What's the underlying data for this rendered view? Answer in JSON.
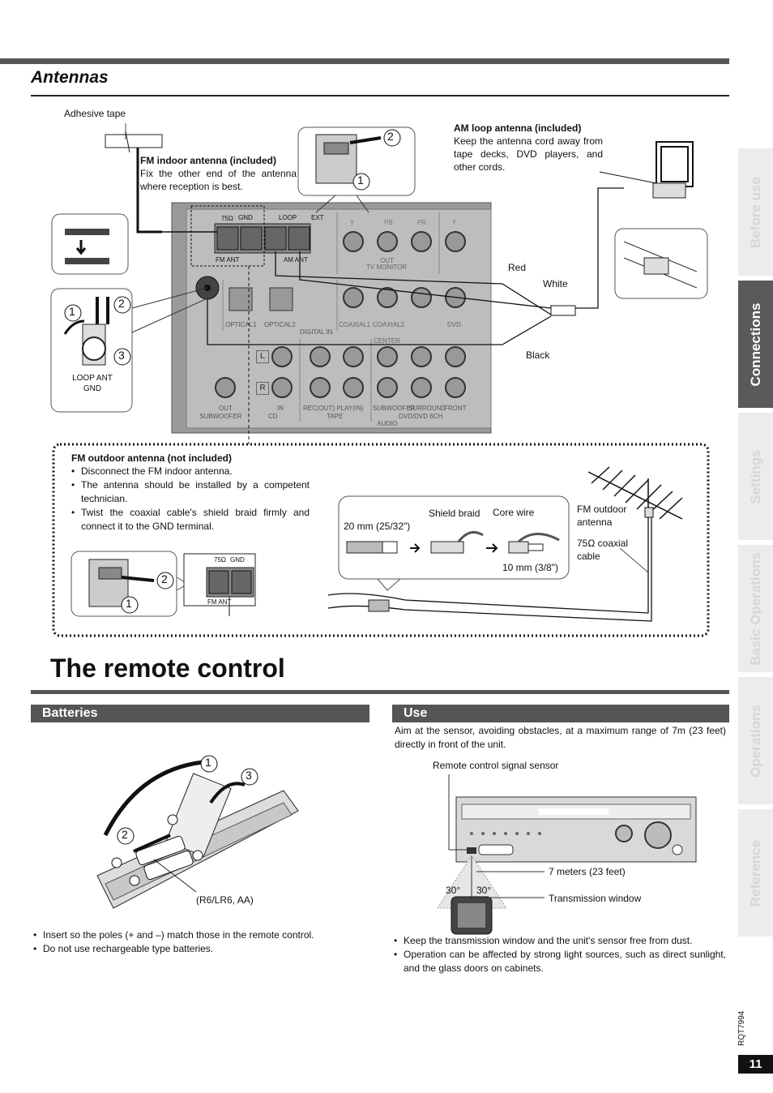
{
  "antennas": {
    "heading": "Antennas",
    "adhesive_tape": "Adhesive tape",
    "fm_indoor_title": "FM indoor antenna (included)",
    "fm_indoor_text": "Fix the other end of the antenna where reception is best.",
    "am_loop_title": "AM loop antenna (included)",
    "am_loop_text": "Keep the antenna cord away from tape decks, DVD players, and other cords.",
    "wire_red": "Red",
    "wire_white": "White",
    "wire_black": "Black",
    "loop_ant_gnd": "LOOP ANT GND",
    "outdoor_title": "FM outdoor antenna  (not included)",
    "outdoor_bullets": [
      "Disconnect the FM indoor antenna.",
      "The antenna should be installed by a competent technician.",
      "Twist the coaxial cable's shield braid firmly and connect it to the GND terminal."
    ],
    "shield_braid": "Shield braid",
    "core_wire": "Core wire",
    "dim_20mm": "20 mm (25/32\")",
    "dim_10mm": "10 mm (3/8\")",
    "fm_outdoor_antenna": "FM outdoor antenna",
    "coaxial_cable": "75Ω coaxial cable"
  },
  "panel": {
    "t_75": "75Ω",
    "t_gnd": "GND",
    "t_loop": "LOOP",
    "t_ext": "EXT",
    "t_fm_ant": "FM ANT",
    "t_am_ant": "AM ANT",
    "t_y": "Y",
    "t_pb": "PB",
    "t_pr": "PR",
    "t_out": "OUT",
    "t_tv_monitor": "TV MONITOR",
    "t_optical1": "OPTICAL1",
    "t_optical2": "OPTICAL2",
    "t_digital_in": "DIGITAL IN",
    "t_coaxial1": "COAXIAL1",
    "t_coaxial2": "COAXIAL2",
    "t_dvd": "DVD",
    "t_center": "CENTER",
    "t_subwoofer": "SUBWOOFER",
    "t_cd": "CD",
    "t_in": "IN",
    "t_rec_play": "REC(OUT)  PLAY(IN)",
    "t_tape": "TAPE",
    "t_surround": "SURROUND",
    "t_front": "FRONT",
    "t_dvd6ch": "DVD/DVD 6CH",
    "t_audio": "AUDIO",
    "t_l": "L",
    "t_r": "R"
  },
  "remote": {
    "heading": "The remote control",
    "batteries_title": "Batteries",
    "battery_type": "(R6/LR6, AA)",
    "battery_bullets": [
      "Insert so the poles (+ and –) match those in the remote control.",
      "Do not use rechargeable type batteries."
    ],
    "use_title": "Use",
    "use_text": "Aim at the sensor, avoiding obstacles, at a maximum range of 7m (23 feet) directly in front of the unit.",
    "sensor_label": "Remote control signal sensor",
    "range_label": "7 meters (23 feet)",
    "window_label": "Transmission window",
    "angle_left": "30°",
    "angle_right": "30°",
    "use_bullets": [
      "Keep the transmission window and the unit's sensor free from dust.",
      "Operation can be affected by strong light sources, such as direct sunlight, and the glass doors on cabinets."
    ]
  },
  "side_tabs": [
    "Before use",
    "Connections",
    "Settings",
    "Basic Operations",
    "Operations",
    "Reference"
  ],
  "step_numbers": [
    "1",
    "2",
    "3"
  ],
  "page": {
    "number": "11",
    "code": "RQT7994"
  }
}
